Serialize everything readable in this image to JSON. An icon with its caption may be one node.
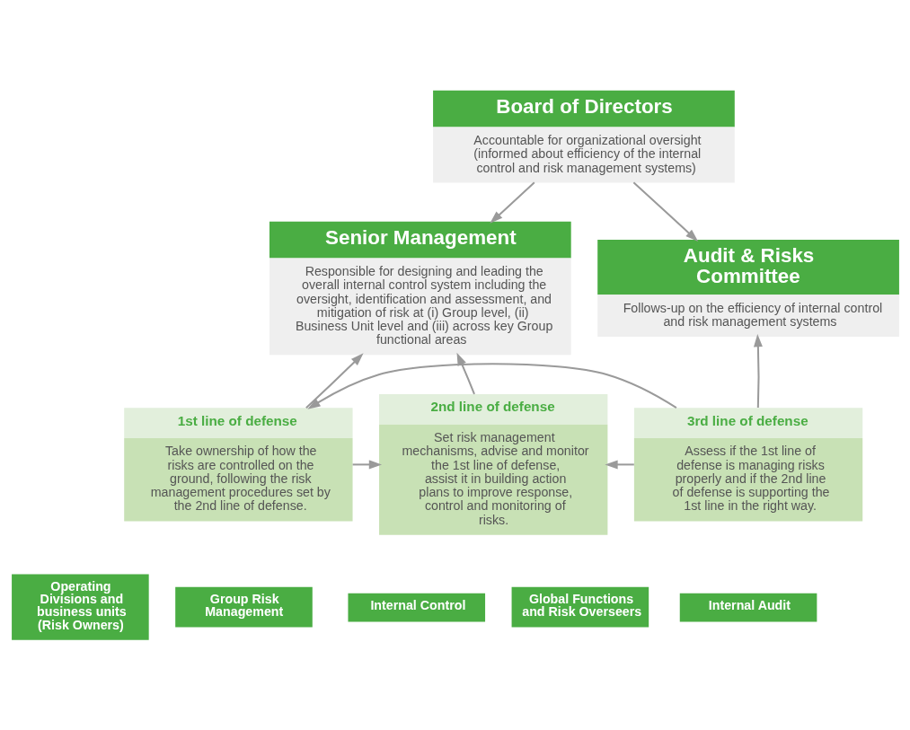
{
  "diagram": {
    "nodes": [
      {
        "text": [
          "Board of Directors",
          "Accountable for organizational oversight (informed about efficiency of the internal control and risk management systems)"
        ]
      },
      {
        "text": [
          "Senior Management",
          "Responsible for designing and leading the overall internal control system including the oversight, identification and assessment, and mitigation of risk at (i) Group level, (ii) Business Unit level and (iii) across key Group functional areas"
        ]
      },
      {
        "text": [
          "Audit & Risks Committee",
          "Follows-up on the efficiency of internal control and risk management systems"
        ]
      },
      {
        "text": [
          "1st line of defense",
          "Take ownership of how the risks are controlled on the ground, following the risk management procedures set by the 2nd line of defense."
        ]
      },
      {
        "text": [
          "2nd line of defense",
          "Set risk management mechanisms, advise and monitor the 1st line of defense, assist it in building action plans to improve response, control and monitoring of risks."
        ]
      },
      {
        "text": [
          "3rd line of defense",
          "Assess if the 1st line of defense is managing risks properly and if the 2nd line of defense is supporting the 1st line in the right way."
        ]
      },
      {
        "text": [
          "Operating Divisions and business units (Risk Owners)"
        ]
      },
      {
        "text": [
          "Group Risk Management"
        ]
      },
      {
        "text": [
          "Internal Control"
        ]
      },
      {
        "text": [
          "Global Functions and Risk Overseers"
        ]
      },
      {
        "text": [
          "Internal Audit"
        ]
      }
    ],
    "edges": [
      {
        "from": 0,
        "to": 1,
        "arrow": "to"
      },
      {
        "from": 0,
        "to": 2,
        "arrow": "to"
      },
      {
        "from": 5,
        "to": 3,
        "arrow": "to"
      },
      {
        "from": 5,
        "to": 4,
        "arrow": "to"
      },
      {
        "from": 3,
        "to": 4,
        "arrow": "to"
      },
      {
        "from": 4,
        "to": 1,
        "arrow": "to"
      },
      {
        "from": 3,
        "to": 1,
        "arrow": "to"
      },
      {
        "from": 5,
        "to": 2,
        "arrow": "to"
      }
    ]
  }
}
